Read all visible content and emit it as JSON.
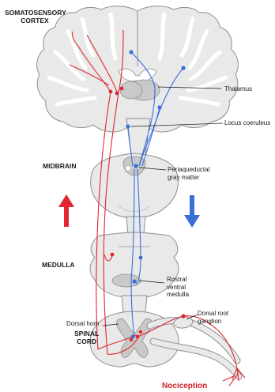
{
  "labels": {
    "somatosensory_cortex": [
      "SOMATOSENSORY",
      "CORTEX"
    ],
    "thalamus": "Thalamus",
    "locus_coeruleus": "Locus coeruleus",
    "midbrain": "MIDBRAIN",
    "periaqueductal_gray": [
      "Periaqueductal",
      "gray matter"
    ],
    "medulla": "MEDULLA",
    "rostral_ventral_medulla": [
      "Rostral",
      "ventral",
      "medulla"
    ],
    "dorsal_horn": "Dorsal horn",
    "dorsal_root_ganglion": [
      "Dorsal root",
      "ganglion"
    ],
    "spinal_cord": [
      "SPINAL",
      "CORD"
    ],
    "nociception": "Nociception"
  },
  "colors": {
    "ascending": "#e0262e",
    "descending": "#3a6fd8",
    "tissue": "#e9e9e9",
    "tissue_outline": "#8f8f8f",
    "gray_matter": "#c9c9c9",
    "label_text": "#1a1a1a",
    "nociception_text": "#d42027"
  }
}
